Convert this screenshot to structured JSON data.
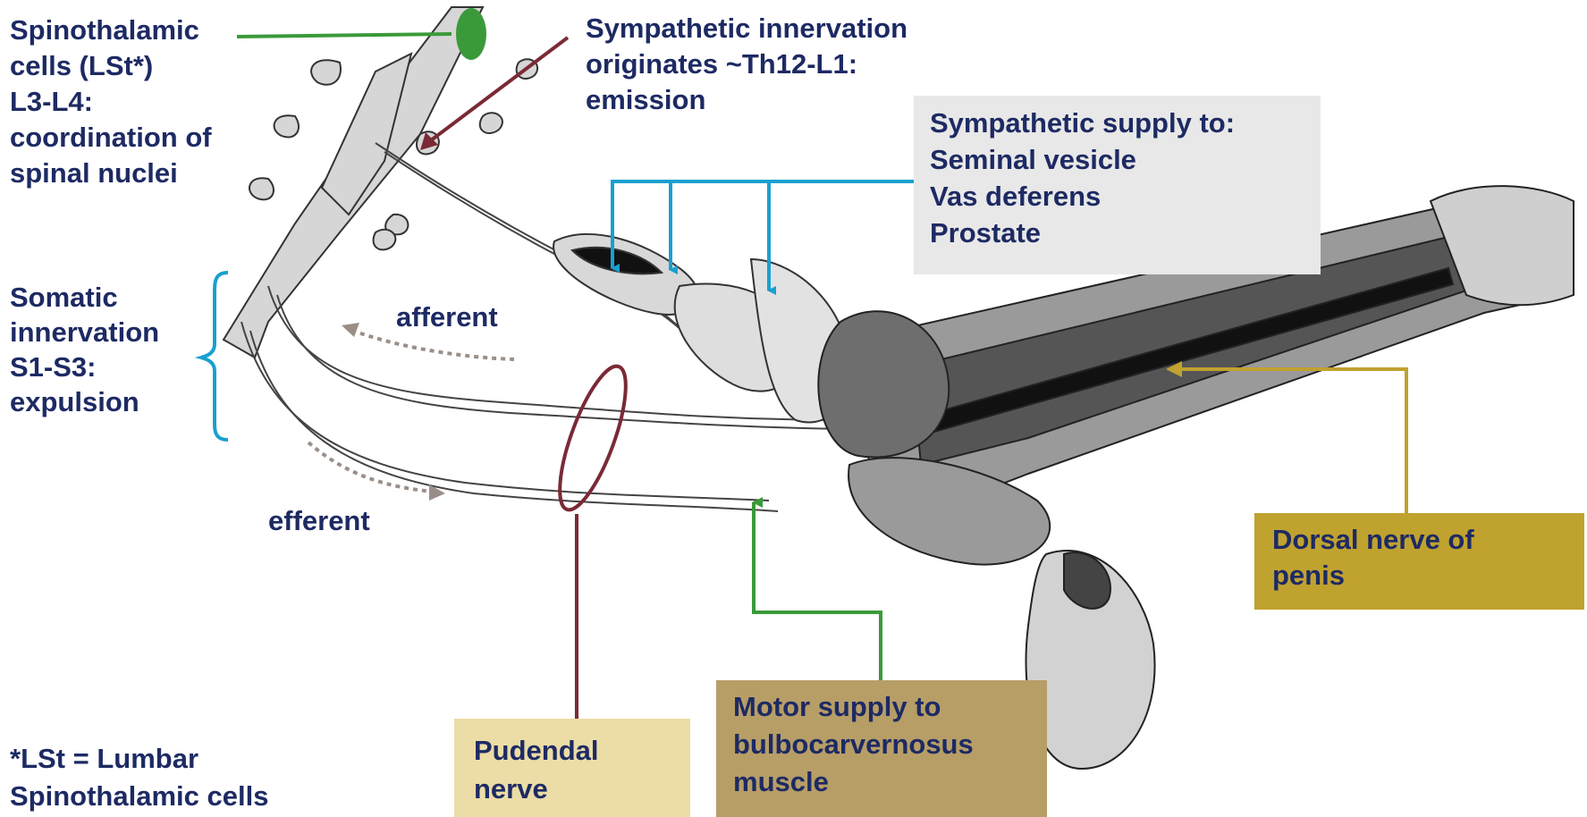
{
  "labels": {
    "spinothalamic": [
      "Spinothalamic",
      "cells (LSt*)",
      "L3-L4:",
      "coordination of",
      "spinal nuclei"
    ],
    "sympathetic_innervation": [
      "Sympathetic innervation",
      "originates ~Th12-L1:",
      "emission"
    ],
    "sympathetic_supply": [
      "Sympathetic supply to:",
      "Seminal vesicle",
      "Vas deferens",
      "Prostate"
    ],
    "somatic": [
      "Somatic",
      "innervation",
      "S1-S3:",
      "expulsion"
    ],
    "afferent": "afferent",
    "efferent": "efferent",
    "dorsal_nerve": [
      "Dorsal nerve of",
      "penis"
    ],
    "motor_supply": [
      "Motor supply to",
      "bulbocarvernosus",
      "muscle"
    ],
    "pudendal": [
      "Pudendal",
      "nerve"
    ],
    "footnote": [
      "*LSt = Lumbar",
      "Spinothalamic cells"
    ]
  },
  "colors": {
    "text": "#1d2a63",
    "green": "#3a9a3a",
    "maroon": "#7a2a35",
    "blue": "#1aa0d0",
    "gold": "#c0a22f",
    "tan": "#b79e67",
    "light_tan": "#ecdca6",
    "grey_box": "#e8e8e8",
    "dashed": "#9a8f88"
  }
}
